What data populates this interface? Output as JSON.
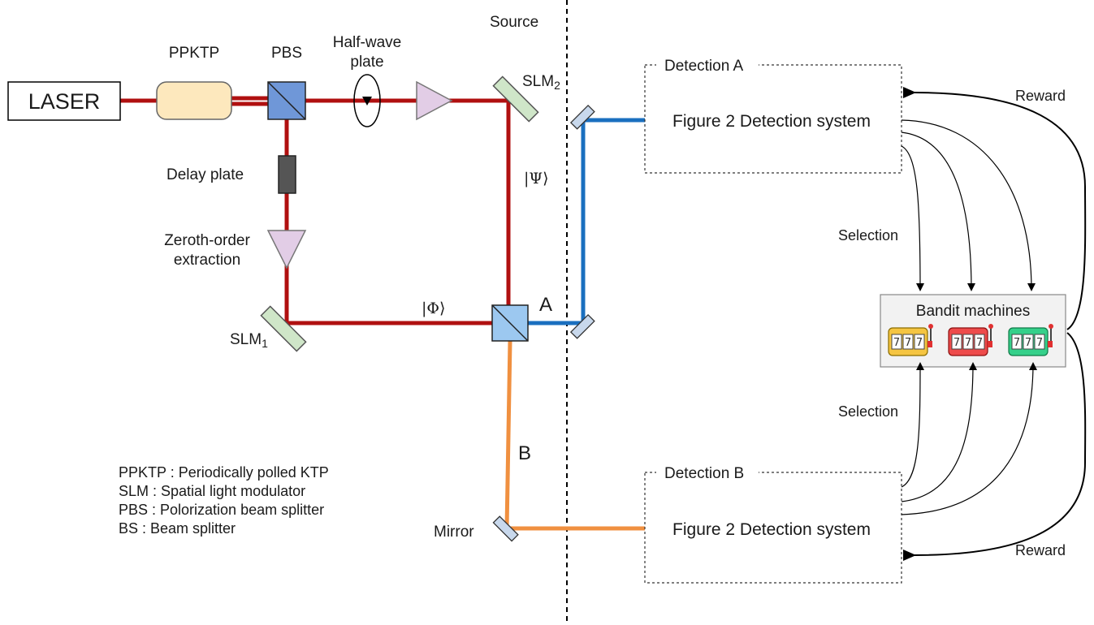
{
  "source": {
    "title": "Source",
    "laser": "LASER",
    "ppktp": "PPKTP",
    "pbs": "PBS",
    "half_wave_line1": "Half-wave",
    "half_wave_line2": "plate",
    "slm2_base": "SLM",
    "slm2_sub": "2",
    "slm1_base": "SLM",
    "slm1_sub": "1",
    "delay_plate": "Delay plate",
    "zeroth_line1": "Zeroth-order",
    "zeroth_line2": "extraction",
    "ket_psi": "|Ψ⟩",
    "ket_phi": "|Φ⟩",
    "port_a": "A",
    "port_b": "B",
    "mirror": "Mirror"
  },
  "legend": [
    "PPKTP : Periodically polled KTP",
    "SLM : Spatial light modulator",
    "PBS : Polorization beam splitter",
    "BS : Beam splitter"
  ],
  "detection_a": {
    "title": "Detection A",
    "body": "Figure 2 Detection system"
  },
  "detection_b": {
    "title": "Detection B",
    "body": "Figure 2 Detection system"
  },
  "bandit": {
    "title": "Bandit machines",
    "machines": [
      {
        "digits": [
          "7",
          "7",
          "7"
        ],
        "color": "#f5c542"
      },
      {
        "digits": [
          "7",
          "7",
          "7"
        ],
        "color": "#ee4b4b"
      },
      {
        "digits": [
          "7",
          "7",
          "7"
        ],
        "color": "#35d08a"
      }
    ]
  },
  "arrows": {
    "reward_top": "Reward",
    "reward_bottom": "Reward",
    "selection_top": "Selection",
    "selection_bottom": "Selection"
  },
  "colors": {
    "pump_beam": "#b01010",
    "beam_a": "#1a6fbf",
    "beam_b": "#f09040",
    "slm_fill": "#cfe6c8",
    "pbs_fill": "#6f97d8",
    "bs_fill": "#9cc8f0",
    "ppktp_fill": "#fde8bd",
    "prism_fill": "#e2cde6"
  }
}
